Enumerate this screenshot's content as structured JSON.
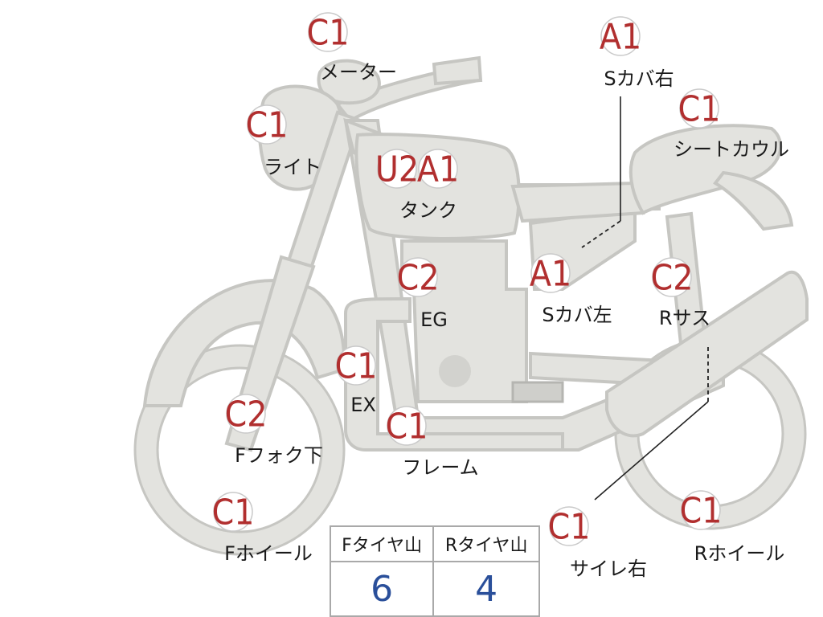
{
  "markers": [
    {
      "id": "meter",
      "grade": "C1",
      "label": "メーター"
    },
    {
      "id": "light",
      "grade": "C1",
      "label": "ライト"
    },
    {
      "id": "tank",
      "grades": [
        "U2",
        "A1"
      ],
      "label": "タンク"
    },
    {
      "id": "side-cover-right",
      "grade": "A1",
      "label": "Sカバ右"
    },
    {
      "id": "seat-cowl",
      "grade": "C1",
      "label": "シートカウル"
    },
    {
      "id": "engine",
      "grade": "C2",
      "label": "EG"
    },
    {
      "id": "side-cover-left",
      "grade": "A1",
      "label": "Sカバ左"
    },
    {
      "id": "rear-suspension",
      "grade": "C2",
      "label": "Rサス"
    },
    {
      "id": "exhaust",
      "grade": "C1",
      "label": "EX"
    },
    {
      "id": "front-fork-lower",
      "grade": "C2",
      "label": "Fフォク下"
    },
    {
      "id": "frame",
      "grade": "C1",
      "label": "フレーム"
    },
    {
      "id": "front-wheel",
      "grade": "C1",
      "label": "Fホイール"
    },
    {
      "id": "silencer-right",
      "grade": "C1",
      "label": "サイレ右"
    },
    {
      "id": "rear-wheel",
      "grade": "C1",
      "label": "Rホイール"
    }
  ],
  "tire_table": {
    "headers": [
      "Fタイヤ山",
      "Rタイヤ山"
    ],
    "values": [
      "6",
      "4"
    ]
  },
  "colors": {
    "grade_text": "#b12f2f",
    "table_value": "#2a4f9a",
    "body_fill": "#e3e3df",
    "body_stroke": "#c6c6c2"
  }
}
